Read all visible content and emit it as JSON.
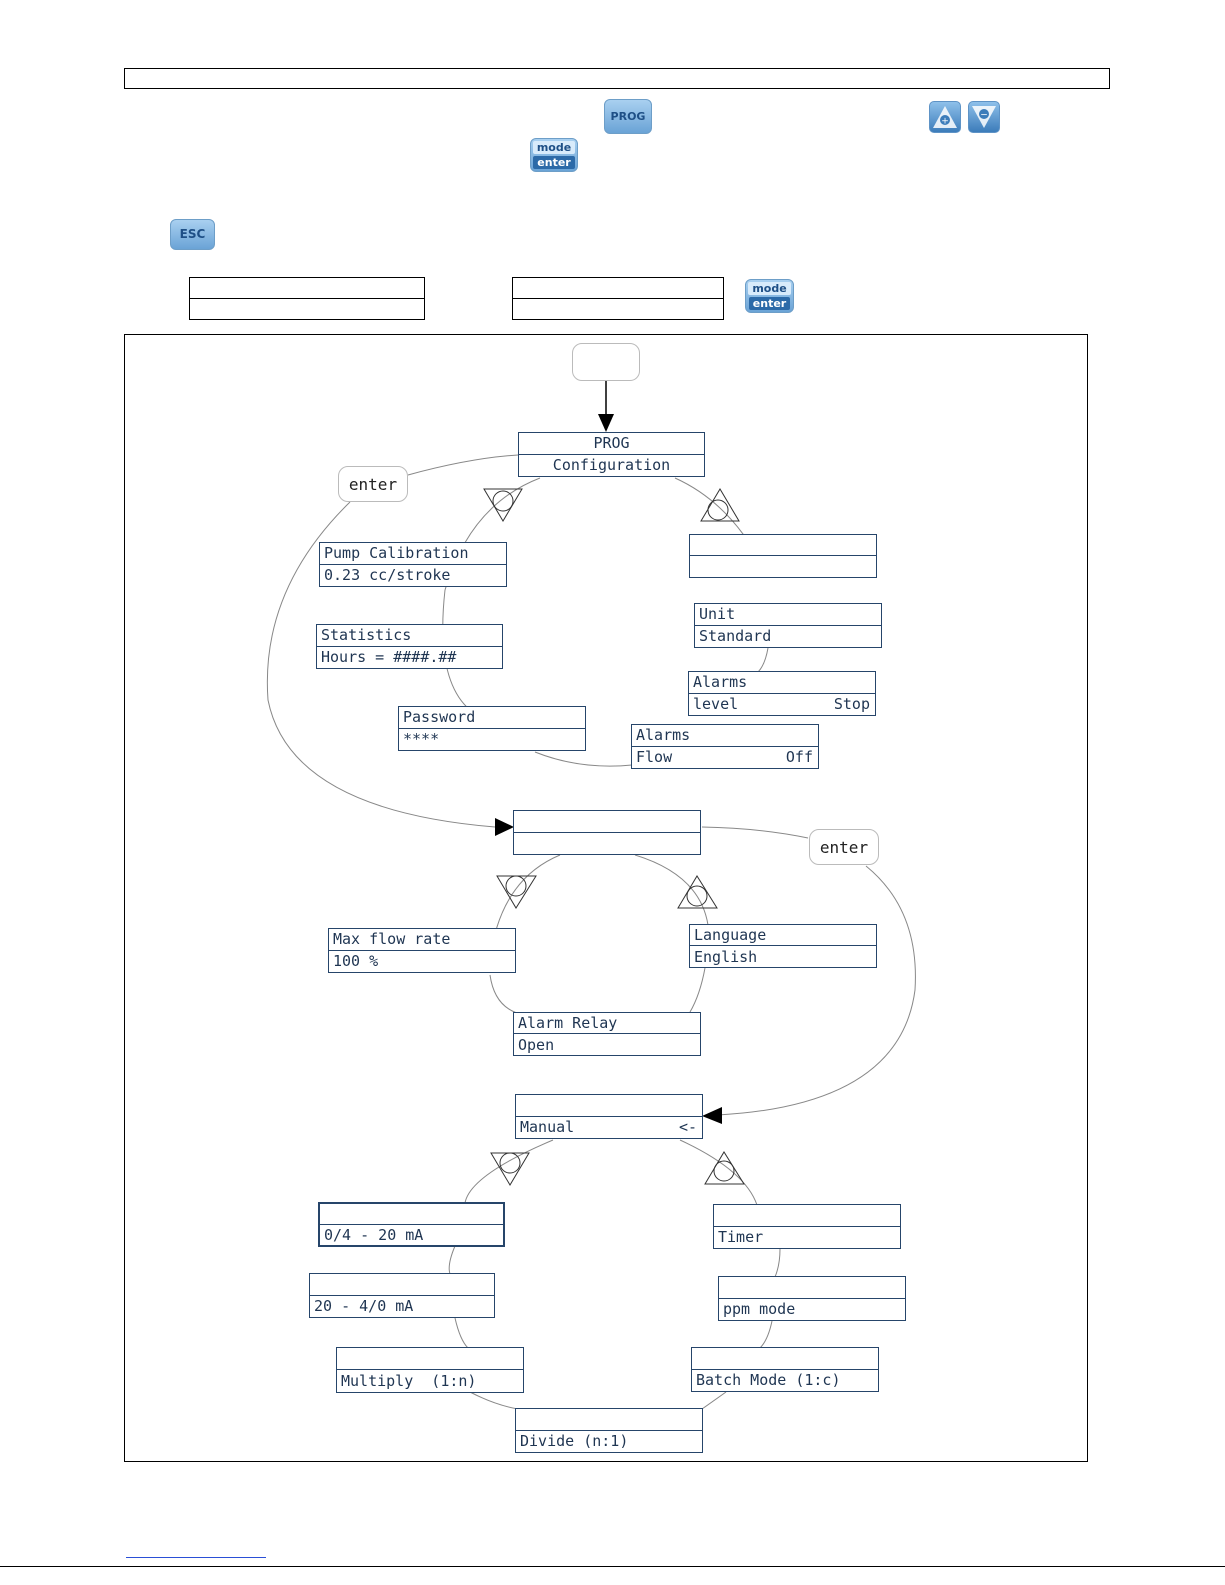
{
  "keys": {
    "prog": "PROG",
    "mode_top": "mode",
    "mode_bottom": "enter",
    "esc": "ESC"
  },
  "start_pill": "",
  "enter_labels": [
    "enter",
    "enter"
  ],
  "menu1": {
    "header": [
      "PROG",
      "Configuration"
    ],
    "pump_calibration": [
      "Pump Calibration",
      "0.23 cc/stroke"
    ],
    "statistics": [
      "Statistics",
      "Hours = ####.##"
    ],
    "password": [
      "Password",
      "****"
    ],
    "blank_top_right": [
      "",
      ""
    ],
    "unit": [
      "Unit",
      "Standard"
    ],
    "alarms_level": [
      "Alarms",
      "level",
      "Stop"
    ],
    "alarms_flow": [
      "Alarms",
      "Flow",
      "Off"
    ]
  },
  "menu2": {
    "header": [
      "",
      ""
    ],
    "max_flow": [
      "Max flow rate",
      "100 %"
    ],
    "language": [
      "Language",
      "English"
    ],
    "alarm_relay": [
      "Alarm Relay",
      "Open"
    ]
  },
  "menu3": {
    "header": [
      "",
      "Manual",
      "<-"
    ],
    "ma_020": [
      "",
      "0/4 - 20 mA"
    ],
    "ma_200": [
      "",
      "20 - 4/0 mA"
    ],
    "multiply": [
      "",
      "Multiply  (1:n)"
    ],
    "divide": [
      "",
      "Divide (n:1)"
    ],
    "timer": [
      "",
      "Timer"
    ],
    "ppm": [
      "",
      "ppm mode"
    ],
    "batch": [
      "",
      "Batch Mode (1:c)"
    ]
  },
  "colors": {
    "lcd_border": "#26456a",
    "lcd_text": "#1f3552",
    "key_blue": "#6aa3d6"
  },
  "icons": [
    "prog-key-icon",
    "plus-key-icon",
    "minus-key-icon",
    "mode-enter-key-icon",
    "esc-key-icon",
    "down-arrow-icon",
    "up-arrow-icon"
  ]
}
